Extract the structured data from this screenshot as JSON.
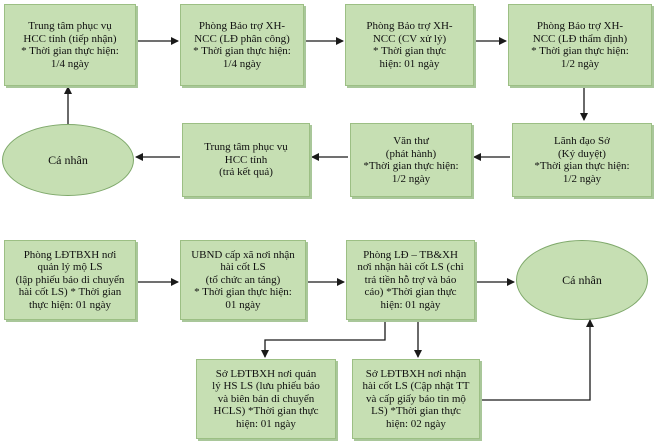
{
  "nodes": {
    "n1": [
      "Trung tâm phục vụ",
      "HCC tỉnh (tiếp nhận)",
      "* Thời gian thực hiện:",
      "1/4  ngày"
    ],
    "n2": [
      "Phòng Bảo trợ XH-",
      "NCC (LĐ phân công)",
      "* Thời gian thực hiện:",
      "1/4 ngày"
    ],
    "n3": [
      "Phòng Bảo trợ XH-",
      "NCC (CV xử lý)",
      "* Thời gian thực",
      "hiện: 01  ngày"
    ],
    "n4": [
      "Phòng Bảo trợ XH-",
      "NCC (LĐ thẩm định)",
      "* Thời gian thực hiện:",
      "1/2 ngày"
    ],
    "n5": [
      "Lãnh đạo Sở",
      "(Ký duyệt)",
      "*Thời gian thực hiện:",
      "1/2 ngày"
    ],
    "n6": [
      "Văn thư",
      "(phát hành)",
      "*Thời gian thực hiện:",
      "1/2 ngày"
    ],
    "n7": [
      "Trung tâm phục vụ",
      "HCC tỉnh",
      "(trả kết quả)"
    ],
    "n8": [
      "Phòng LĐTBXH nơi",
      "quản lý mộ LS",
      "(lập phiếu báo di chuyển",
      "hài cốt LS) * Thời gian",
      "thực hiện:  01 ngày"
    ],
    "n9": [
      "UBND cấp xã nơi nhận",
      "hài cốt LS",
      "(tổ chức an táng)",
      "* Thời gian thực hiện:",
      "01 ngày"
    ],
    "n10": [
      "Phòng LĐ – TB&XH",
      "nơi nhận hài cốt LS (chi",
      "trả tiền hỗ trợ và báo",
      "cáo) *Thời gian thực",
      "hiện:  01 ngày"
    ],
    "n11": [
      "Sở LĐTBXH nơi quản",
      "lý HS LS (lưu phiếu báo",
      "và biên bản di chuyển",
      "HCLS) *Thời gian thực",
      "hiện: 01 ngày"
    ],
    "n12": [
      "Sở LĐTBXH nơi nhận",
      "hài cốt LS (Cập nhật TT",
      "và cấp giấy báo tin mộ",
      "LS) *Thời gian thực",
      "hiện: 02 ngày"
    ],
    "person_left": "Cá nhân",
    "person_right": "Cá nhân"
  },
  "colors": {
    "box_fill": "#c6dfb3",
    "arrow": "#1a1a1a"
  }
}
